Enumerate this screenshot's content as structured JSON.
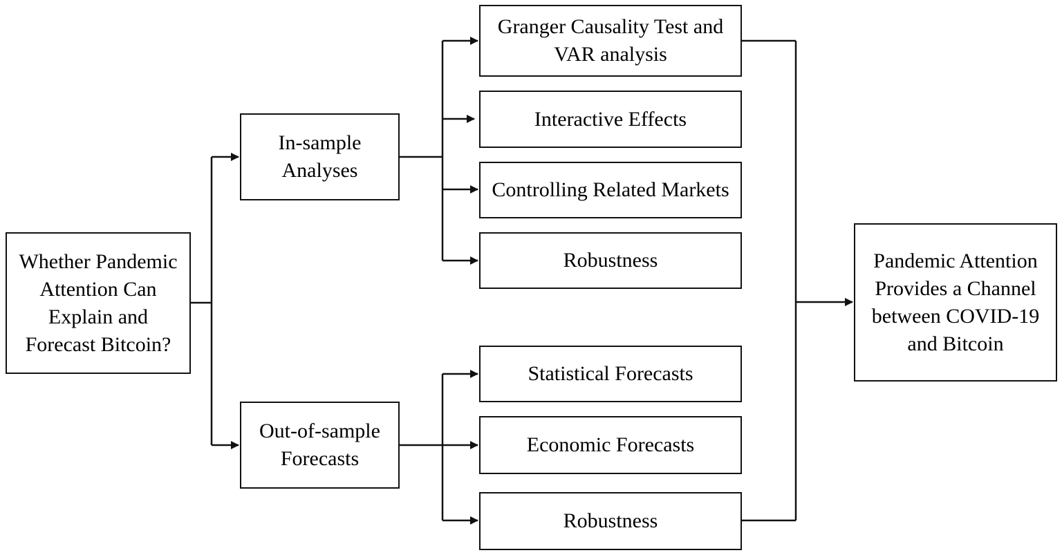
{
  "nodes": {
    "question": "Whether Pandemic\nAttention Can\nExplain and\nForecast Bitcoin?",
    "in_sample": "In-sample\nAnalyses",
    "out_of_sample": "Out-of-sample\nForecasts",
    "granger": "Granger Causality Test and\nVAR analysis",
    "interactive": "Interactive Effects",
    "controlling": "Controlling Related Markets",
    "robustness_in": "Robustness",
    "statistical": "Statistical Forecasts",
    "economic": "Economic Forecasts",
    "robustness_out": "Robustness",
    "conclusion": "Pandemic Attention\nProvides a Channel\nbetween COVID-19\nand Bitcoin"
  }
}
